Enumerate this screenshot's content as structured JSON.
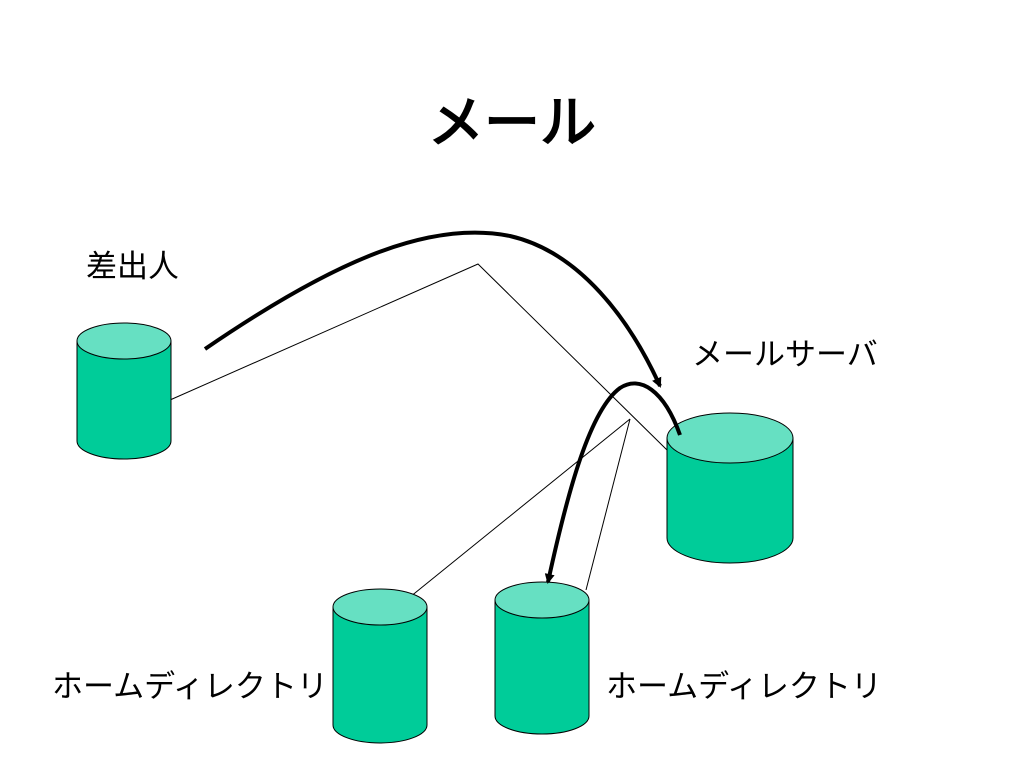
{
  "title": "メール",
  "nodes": {
    "sender": {
      "label": "差出人"
    },
    "mail_server": {
      "label": "メールサーバ"
    },
    "home_dir_1": {
      "label": "ホームディレクトリ"
    },
    "home_dir_2": {
      "label": "ホームディレクトリ"
    }
  },
  "colors": {
    "cylinder_body": "#00cc99",
    "cylinder_top": "#66e0c2",
    "stroke": "#000000",
    "background": "#ffffff"
  }
}
